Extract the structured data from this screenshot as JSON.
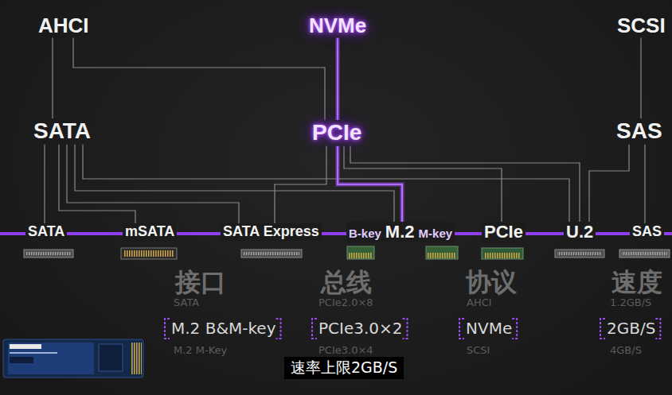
{
  "diagram": {
    "caption": "速率上限2GB/S",
    "nodes": [
      {
        "text": [
          "AHCI"
        ]
      },
      {
        "text": [
          "NVMe"
        ]
      },
      {
        "text": [
          "SCSI"
        ]
      },
      {
        "text": [
          "SATA"
        ]
      },
      {
        "text": [
          "PCIe"
        ]
      },
      {
        "text": [
          "SAS"
        ]
      },
      {
        "text": [
          "SATA"
        ]
      },
      {
        "text": [
          "mSATA"
        ]
      },
      {
        "text": [
          "SATA Express"
        ]
      },
      {
        "text": [
          "B-key",
          "M.2",
          "M-key"
        ]
      },
      {
        "text": [
          "PCIe"
        ]
      },
      {
        "text": [
          "U.2"
        ]
      },
      {
        "text": [
          "SAS"
        ]
      }
    ],
    "edges": [
      {
        "from": 0,
        "to": 3,
        "arrow": "none"
      },
      {
        "from": 0,
        "to": 4,
        "arrow": "none"
      },
      {
        "from": 1,
        "to": 4,
        "arrow": "none"
      },
      {
        "from": 2,
        "to": 5,
        "arrow": "none"
      },
      {
        "from": 3,
        "to": 6,
        "arrow": "none"
      },
      {
        "from": 3,
        "to": 7,
        "arrow": "none"
      },
      {
        "from": 3,
        "to": 8,
        "arrow": "none"
      },
      {
        "from": 3,
        "to": 9,
        "arrow": "none"
      },
      {
        "from": 3,
        "to": 11,
        "arrow": "none"
      },
      {
        "from": 4,
        "to": 8,
        "arrow": "none"
      },
      {
        "from": 4,
        "to": 9,
        "arrow": "none"
      },
      {
        "from": 4,
        "to": 10,
        "arrow": "none"
      },
      {
        "from": 4,
        "to": 11,
        "arrow": "none"
      },
      {
        "from": 5,
        "to": 11,
        "arrow": "none"
      },
      {
        "from": 5,
        "to": 12,
        "arrow": "none"
      }
    ],
    "labels": [
      "接口",
      "总线",
      "协议",
      "速度",
      "SATA",
      "M.2 B&M-key",
      "M.2 M-Key",
      "PCIe2.0×8",
      "PCIe3.0×2",
      "PCIe3.0×4",
      "AHCI",
      "NVMe",
      "SCSI",
      "1.2GB/S",
      "2GB/S",
      "4GB/S"
    ]
  }
}
